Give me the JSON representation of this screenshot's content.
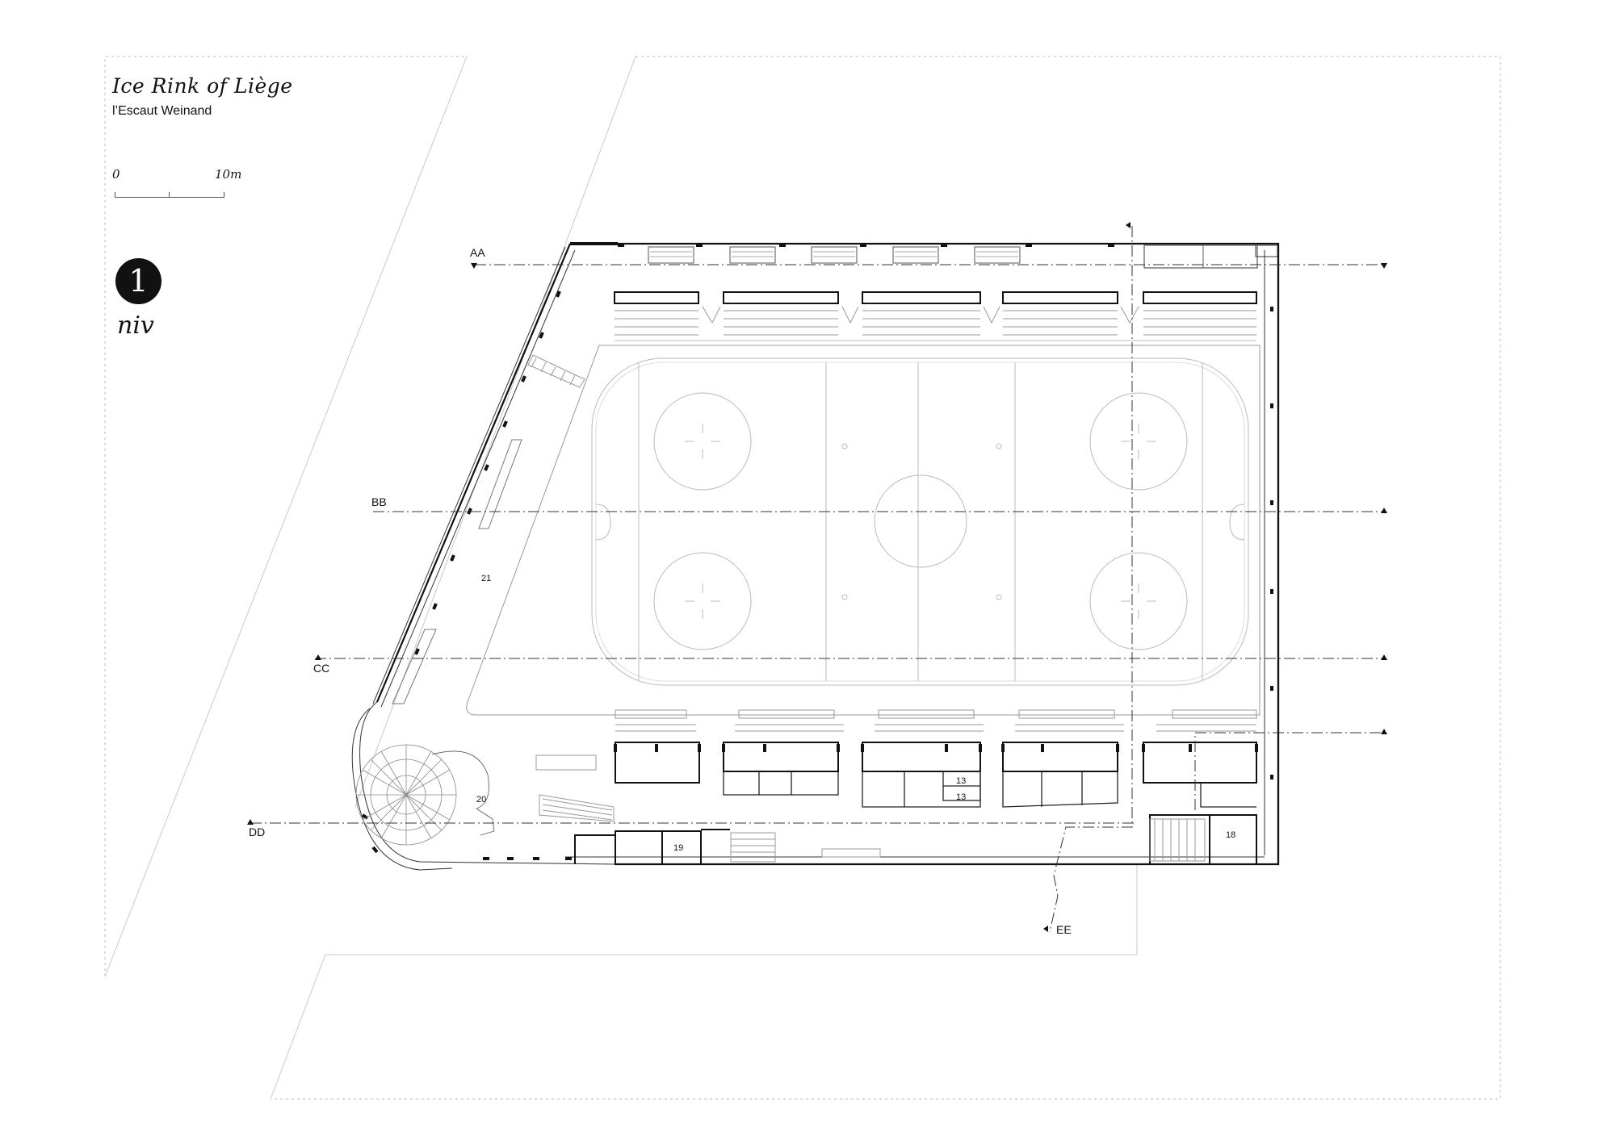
{
  "title": "Ice Rink of Liège",
  "subtitle": "l’Escaut Weinand",
  "scale_bar": {
    "start_label": "0",
    "end_label": "10m"
  },
  "level": {
    "number": "1",
    "label": "niv"
  },
  "sections": {
    "aa": "AA",
    "bb": "BB",
    "cc": "CC",
    "dd": "DD",
    "ee": "EE"
  },
  "rooms": {
    "r13a": "13",
    "r13b": "13",
    "r18": "18",
    "r19": "19",
    "r20": "20",
    "r21": "21"
  }
}
